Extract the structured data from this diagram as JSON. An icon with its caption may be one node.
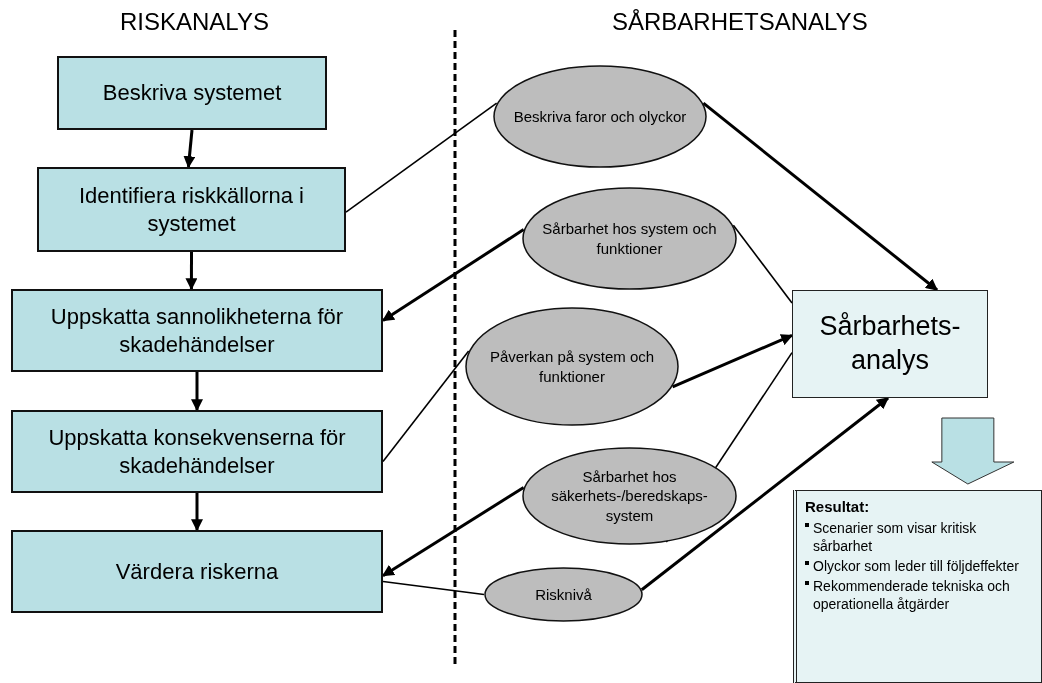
{
  "diagram": {
    "nodes": [
      {
        "text": [
          "Beskriva systemet"
        ]
      },
      {
        "text": [
          "Identifiera riskkällorna i systemet"
        ]
      },
      {
        "text": [
          "Uppskatta sannolikheterna för skadehändelser"
        ]
      },
      {
        "text": [
          "Uppskatta konsekvenserna för skadehändelser"
        ]
      },
      {
        "text": [
          "Värdera riskerna"
        ]
      },
      {
        "text": [
          "Beskriva faror och olyckor"
        ]
      },
      {
        "text": [
          "Sårbarhet hos system och funktioner"
        ]
      },
      {
        "text": [
          "Påverkan på system och funktioner"
        ]
      },
      {
        "text": [
          "Sårbarhet hos säkerhets-/beredskaps-system"
        ]
      },
      {
        "text": [
          "Risknivå"
        ]
      },
      {
        "text": [
          "Sårbarhets-analys"
        ]
      },
      {
        "text": [
          "Resultat:",
          "Scenarier som visar kritisk sårbarhet",
          "Olyckor som leder till följdeffekter",
          "Rekommenderade tekniska och operationella åtgärder"
        ]
      }
    ],
    "edges": [
      {
        "from": 0,
        "to": 1,
        "arrow": "to"
      },
      {
        "from": 1,
        "to": 2,
        "arrow": "to"
      },
      {
        "from": 2,
        "to": 3,
        "arrow": "to"
      },
      {
        "from": 3,
        "to": 4,
        "arrow": "to"
      },
      {
        "from": 5,
        "to": 1,
        "arrow": "none"
      },
      {
        "from": 6,
        "to": 2,
        "arrow": "to"
      },
      {
        "from": 7,
        "to": 3,
        "arrow": "none"
      },
      {
        "from": 8,
        "to": 4,
        "arrow": "to"
      },
      {
        "from": 9,
        "to": 4,
        "arrow": "none"
      },
      {
        "from": 5,
        "to": 10,
        "arrow": "to"
      },
      {
        "from": 6,
        "to": 10,
        "arrow": "none"
      },
      {
        "from": 7,
        "to": 10,
        "arrow": "to"
      },
      {
        "from": 8,
        "to": 10,
        "arrow": "none"
      },
      {
        "from": 9,
        "to": 10,
        "arrow": "to"
      },
      {
        "from": 10,
        "to": 11,
        "arrow": "to",
        "style": "thick"
      }
    ],
    "labels": [
      "RISKANALYS",
      "SÅRBARHETSANALYS"
    ]
  }
}
